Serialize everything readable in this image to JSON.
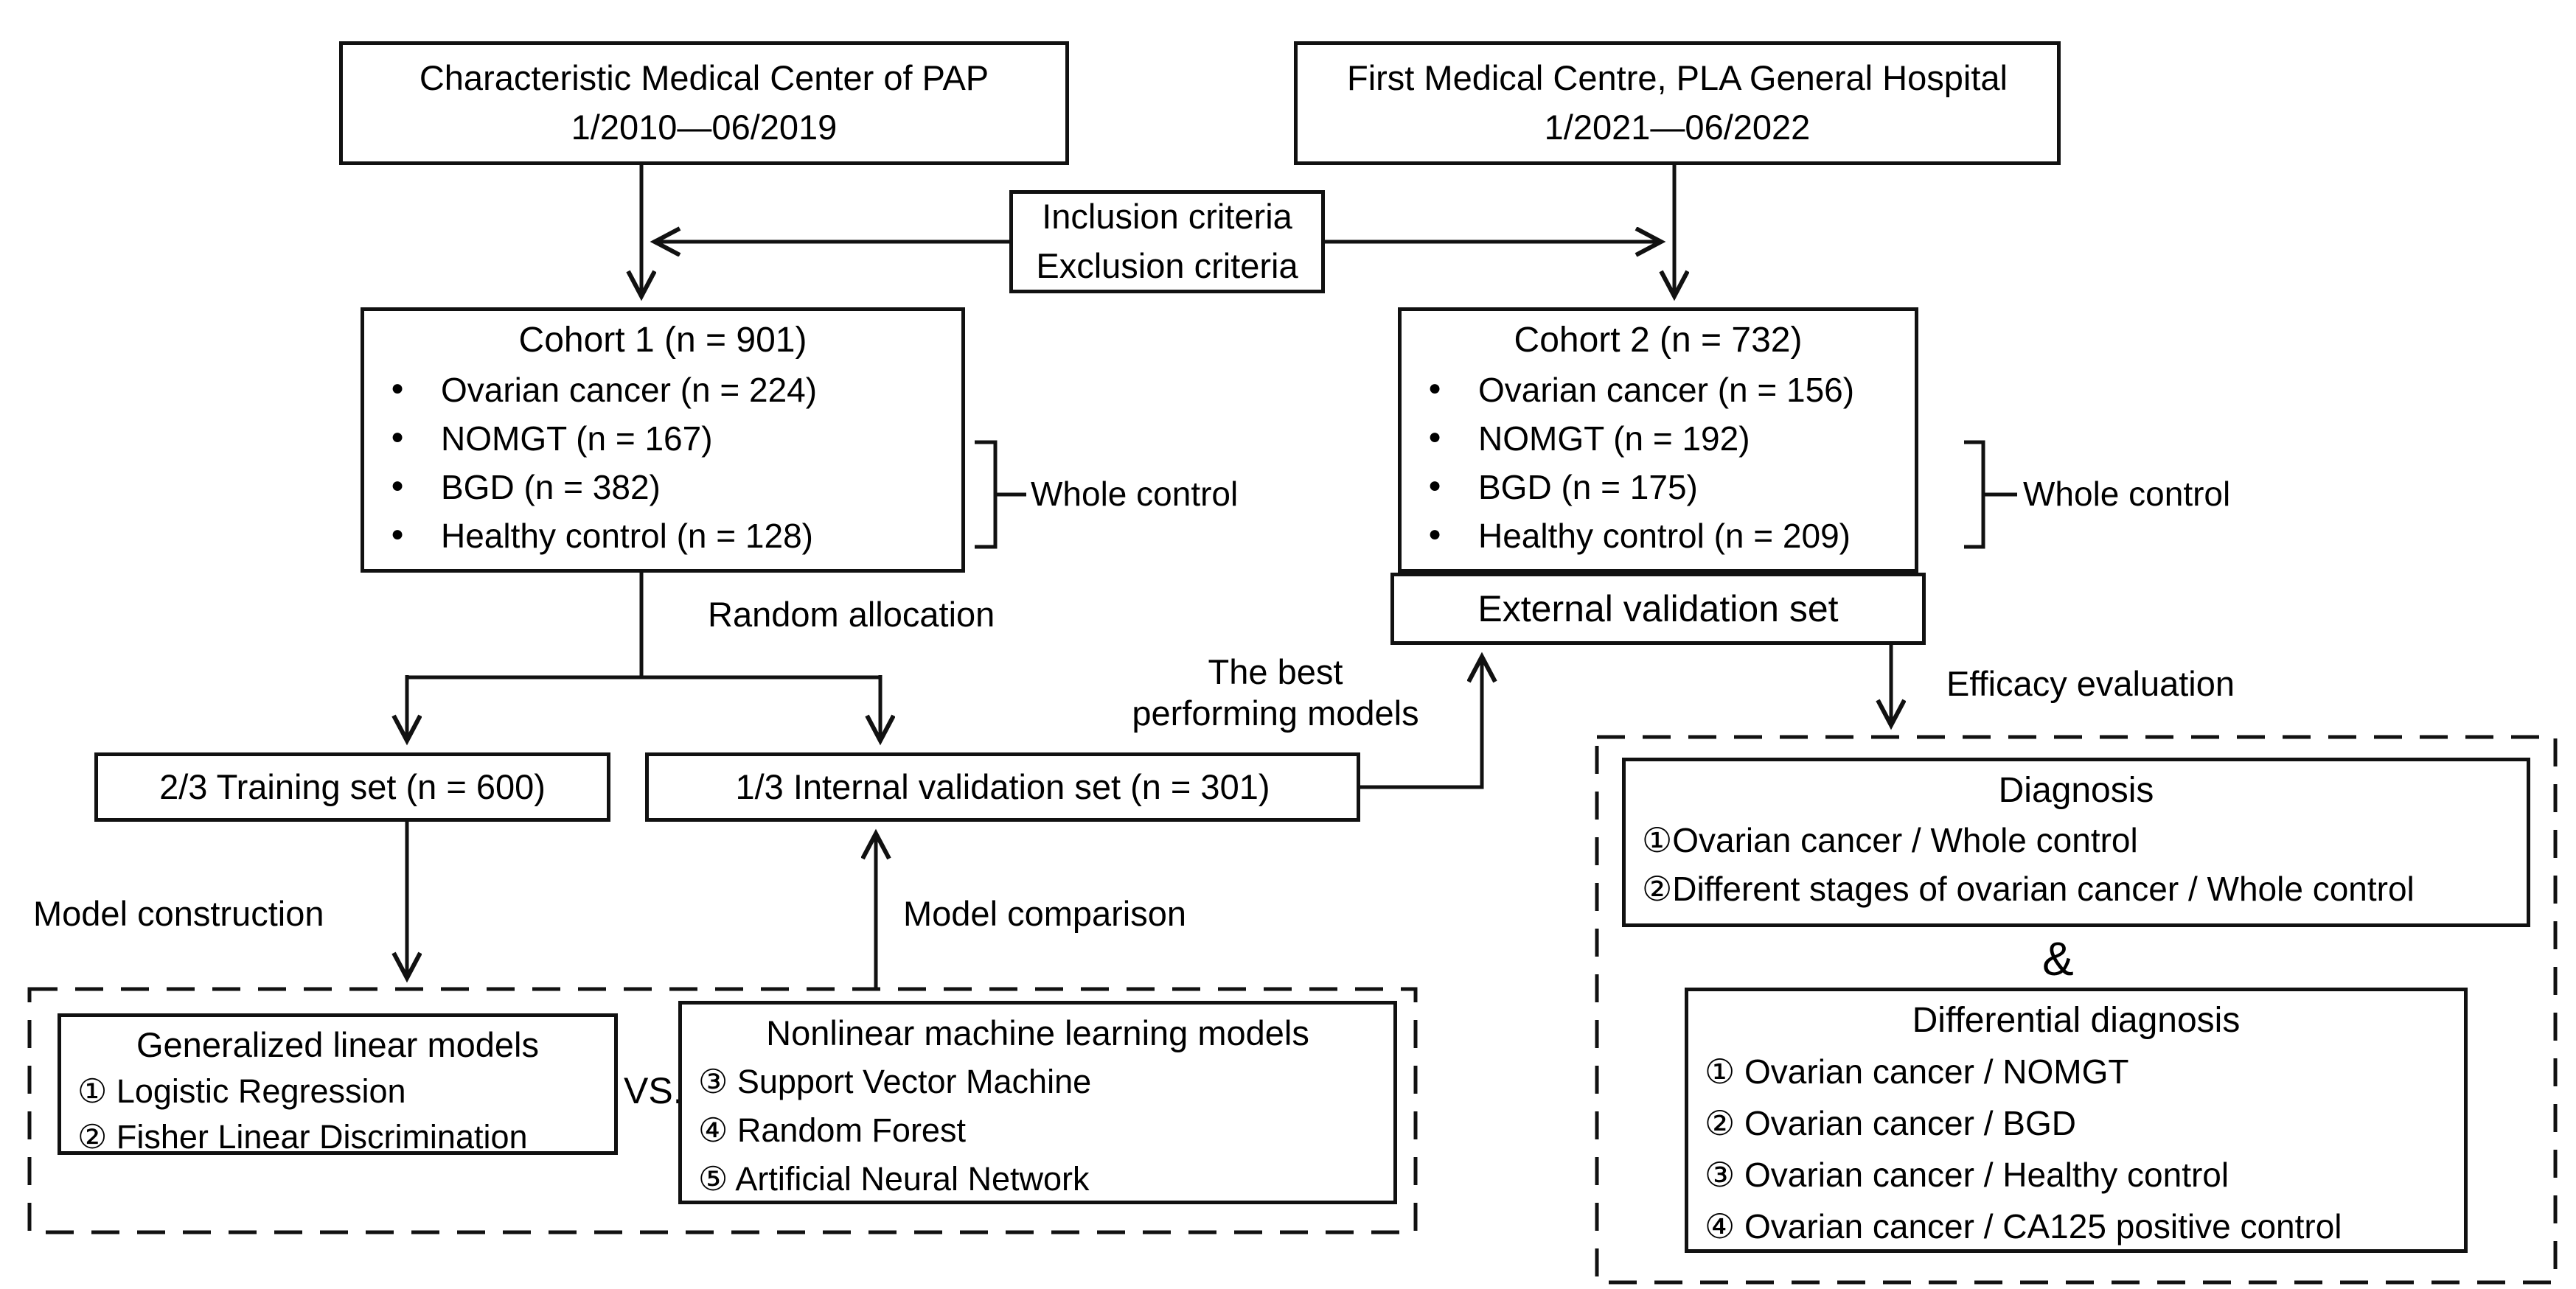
{
  "diagram": {
    "source_left": {
      "line1": "Characteristic Medical Center of PAP",
      "line2": "1/2010—06/2019"
    },
    "source_right": {
      "line1": "First Medical Centre, PLA General Hospital",
      "line2": "1/2021—06/2022"
    },
    "criteria": {
      "line1": "Inclusion criteria",
      "line2": "Exclusion criteria"
    },
    "cohort1": {
      "title": "Cohort 1 (n = 901)",
      "items": [
        "Ovarian cancer (n = 224)",
        "NOMGT (n = 167)",
        "BGD (n = 382)",
        "Healthy control (n = 128)"
      ]
    },
    "cohort2": {
      "title": "Cohort 2 (n = 732)",
      "items": [
        "Ovarian cancer (n = 156)",
        "NOMGT (n = 192)",
        "BGD (n = 175)",
        "Healthy control (n = 209)"
      ]
    },
    "whole_control_left": "Whole control",
    "whole_control_right": "Whole control",
    "external_validation": "External validation set",
    "random_allocation": "Random allocation",
    "best_models": {
      "line1": "The best",
      "line2": "performing models"
    },
    "efficacy_evaluation": "Efficacy evaluation",
    "training_set": "2/3 Training set (n = 600)",
    "internal_validation": "1/3 Internal validation set (n = 301)",
    "model_construction": "Model construction",
    "model_comparison": "Model comparison",
    "vs": "VS.",
    "glm": {
      "title": "Generalized linear models",
      "items": [
        "① Logistic Regression",
        "② Fisher Linear Discrimination"
      ]
    },
    "nmlm": {
      "title": "Nonlinear machine learning models",
      "items": [
        "③ Support Vector Machine",
        "④ Random Forest",
        "⑤ Artificial Neural Network"
      ]
    },
    "diagnosis": {
      "title": "Diagnosis",
      "items": [
        "①Ovarian cancer / Whole control",
        "②Different stages of ovarian cancer / Whole control"
      ]
    },
    "amp": "&",
    "differential": {
      "title": "Differential diagnosis",
      "items": [
        "① Ovarian cancer / NOMGT",
        "② Ovarian cancer / BGD",
        "③ Ovarian cancer / Healthy control",
        "④ Ovarian cancer / CA125 positive control"
      ]
    },
    "colors": {
      "line": "#111111",
      "background": "#ffffff"
    }
  }
}
